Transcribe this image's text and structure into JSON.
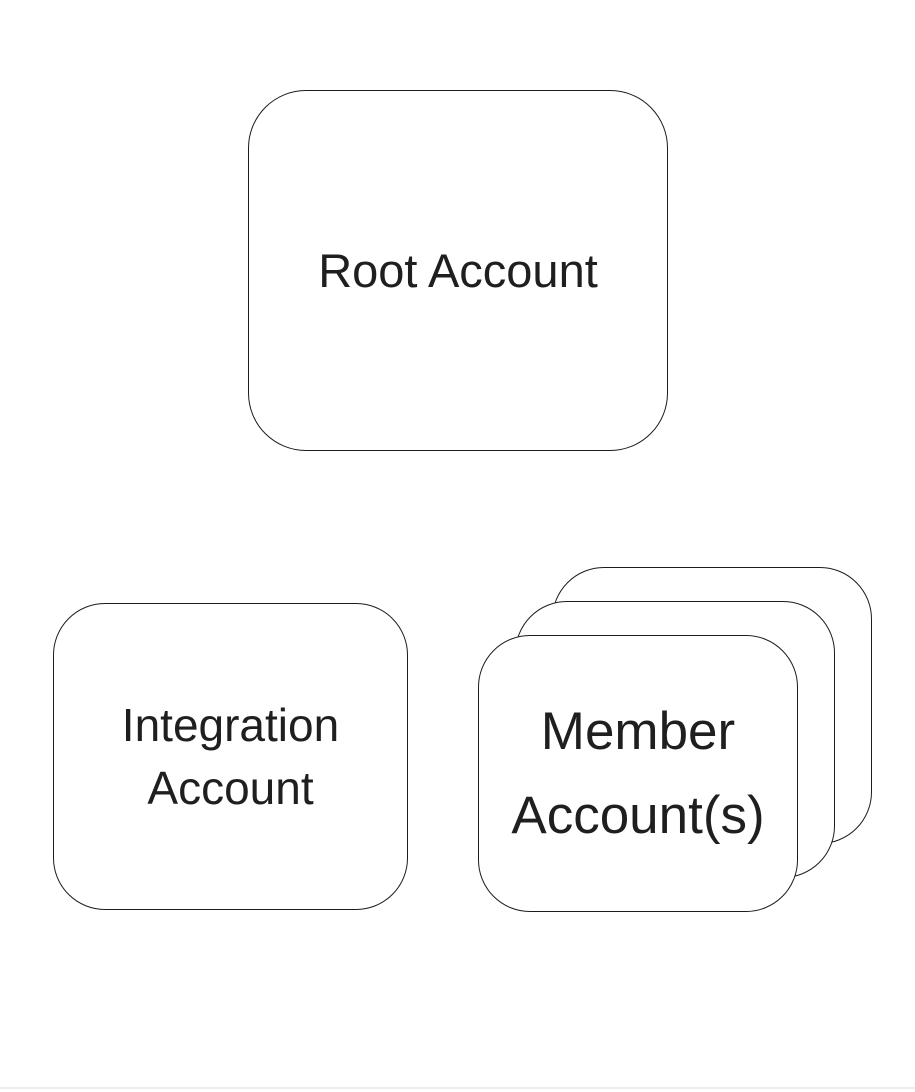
{
  "diagram": {
    "background_color": "#ffffff",
    "node_border_color": "#1c1c1c",
    "node_fill_color": "#ffffff",
    "text_color": "#1f1f1f",
    "nodes": {
      "root": {
        "label": "Root Account"
      },
      "integration": {
        "line1": "Integration",
        "line2": "Account"
      },
      "member": {
        "line1": "Member",
        "line2": "Account(s)",
        "stack_count": 3
      }
    }
  },
  "footer": {
    "divider_color": "#ececec"
  }
}
